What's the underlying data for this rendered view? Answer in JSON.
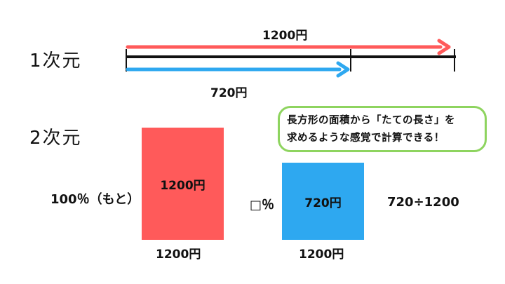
{
  "section1": {
    "heading": "1次元",
    "arrow_top_label": "1200円",
    "arrow_bottom_label": "720円"
  },
  "section2": {
    "heading": "2次元",
    "left_rect_label": "1200円",
    "left_rect_bottom_label": "1200円",
    "left_percent_label": "100％（もと）",
    "right_rect_label": "720円",
    "right_rect_bottom_label": "1200円",
    "right_percent_label": "□％",
    "formula": "720÷1200",
    "callout_line1": "長方形の面積から「たての長さ」を",
    "callout_line2": "求めるような感覚で計算できる！"
  },
  "colors": {
    "red": "#ff5a5a",
    "blue": "#2ea8f0",
    "green_border": "#8ed45f",
    "line": "#111111"
  }
}
